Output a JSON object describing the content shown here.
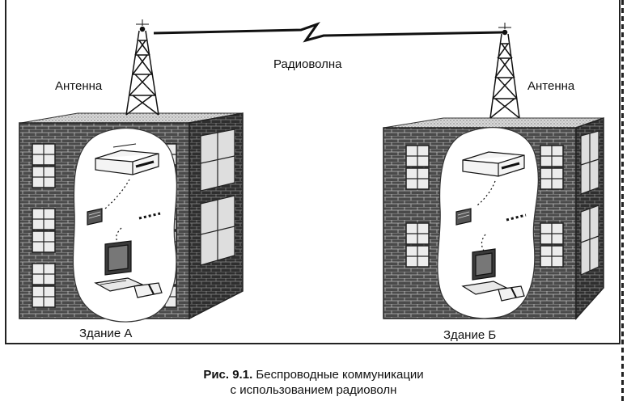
{
  "labels": {
    "antenna_left": "Антенна",
    "antenna_right": "Антенна",
    "radio_wave": "Радиоволна",
    "building_a": "Здание А",
    "building_b": "Здание Б"
  },
  "caption": {
    "number": "Рис. 9.1.",
    "line1": "Беспроводные коммуникации",
    "line2": "с использованием радиоволн"
  },
  "colors": {
    "brick": "#5a5a5a",
    "brick_dark": "#2f2f2f",
    "window": "#e8e8e8",
    "ink": "#111111",
    "bubble": "#ffffff"
  }
}
